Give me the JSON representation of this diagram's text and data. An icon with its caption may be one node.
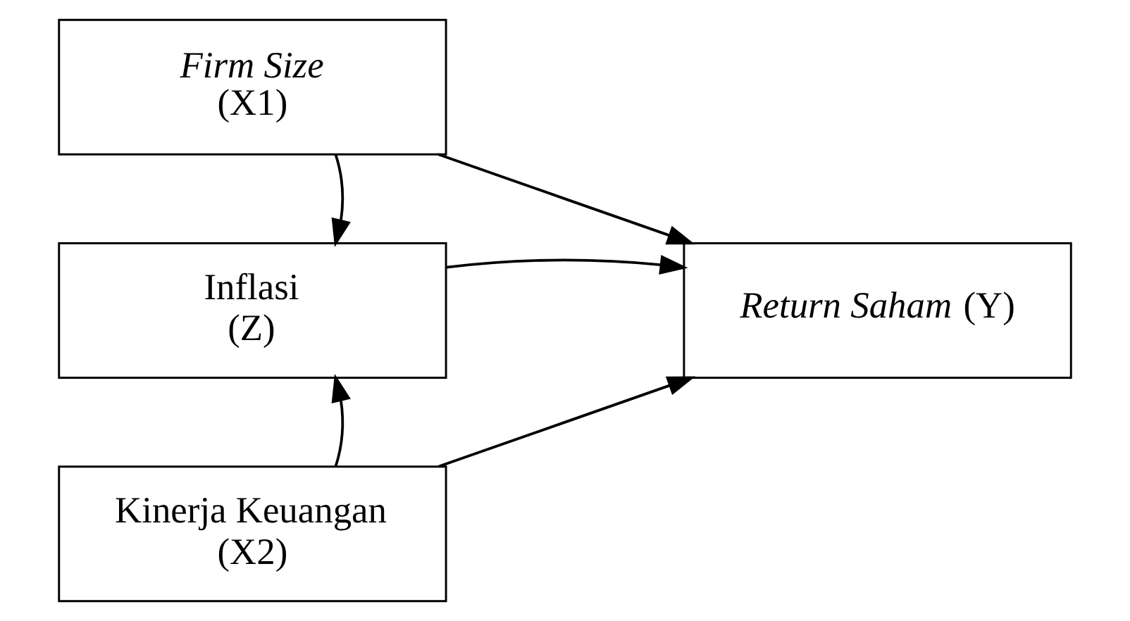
{
  "diagram": {
    "nodes": [
      {
        "text": [
          "*Firm Size* (X1)"
        ]
      },
      {
        "text": [
          "Inflasi (Z)"
        ]
      },
      {
        "text": [
          "*Return Saham* (Y)"
        ]
      },
      {
        "text": [
          "Kinerja Keuangan (X2)"
        ]
      }
    ],
    "edges": [
      {
        "from": 0,
        "to": 1,
        "arrow": "to"
      },
      {
        "from": 0,
        "to": 2,
        "arrow": "to"
      },
      {
        "from": 1,
        "to": 2,
        "arrow": "to"
      },
      {
        "from": 3,
        "to": 1,
        "arrow": "to"
      },
      {
        "from": 3,
        "to": 2,
        "arrow": "to"
      }
    ]
  }
}
